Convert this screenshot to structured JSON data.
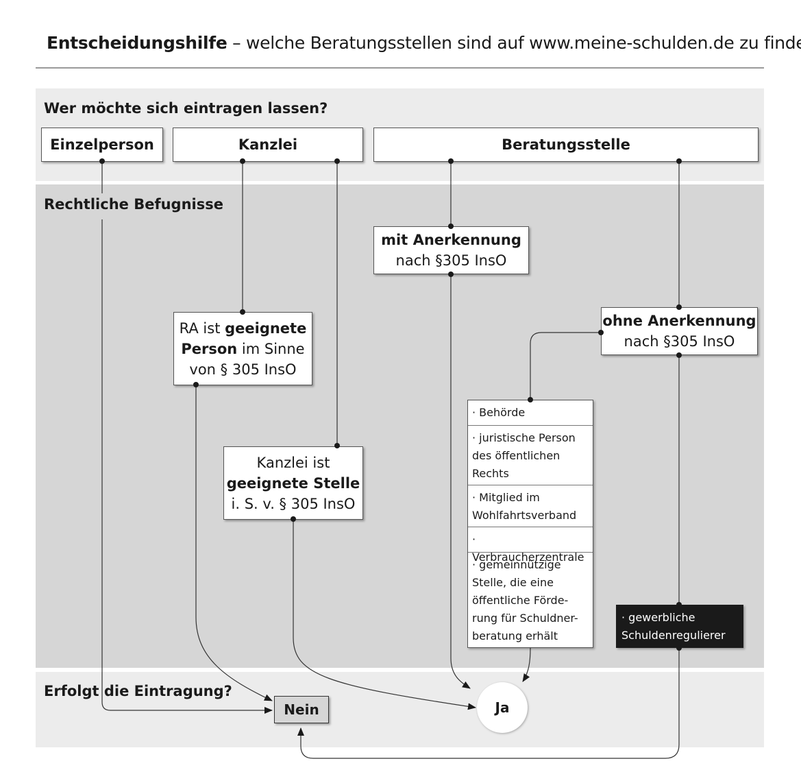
{
  "title": {
    "bold": "Entscheidungshilfe",
    "rest": " – welche Beratungsstellen sind auf www.meine-schulden.de zu finden?"
  },
  "sections": {
    "who": "Wer möchte sich eintragen lassen?",
    "rights": "Rechtliche Befugnisse",
    "result": "Erfolgt die Eintragung?"
  },
  "applicants": {
    "person": "Einzelperson",
    "firm": "Kanzlei",
    "agency": "Beratungsstelle"
  },
  "with_recognition": {
    "bold": "mit Anerkennung",
    "line2": "nach §305 InsO"
  },
  "without_recognition": {
    "bold": "ohne Anerkennung",
    "line2": "nach §305 InsO"
  },
  "ra_suitable": {
    "pre": "RA ist ",
    "bold1": "geeignete",
    "bold2": "Person",
    "post": " im Sinne",
    "line3": "von § 305 InsO"
  },
  "firm_suitable": {
    "line1": "Kanzlei ist",
    "bold": "geeignete Stelle",
    "line3": "i. S. v. § 305 InsO"
  },
  "eligible_list": [
    "· Behörde",
    "· juristische Person des öffentlichen Rechts",
    "· Mitglied im Wohlfahrtsverband",
    "· Verbraucherzentrale",
    "· gemeinnützige Stelle, die eine öffentliche Förde-rung für Schuldner-beratung erhält"
  ],
  "commercial": "· gewerbliche Schuldenregulierer",
  "outcomes": {
    "no": "Nein",
    "yes": "Ja"
  }
}
